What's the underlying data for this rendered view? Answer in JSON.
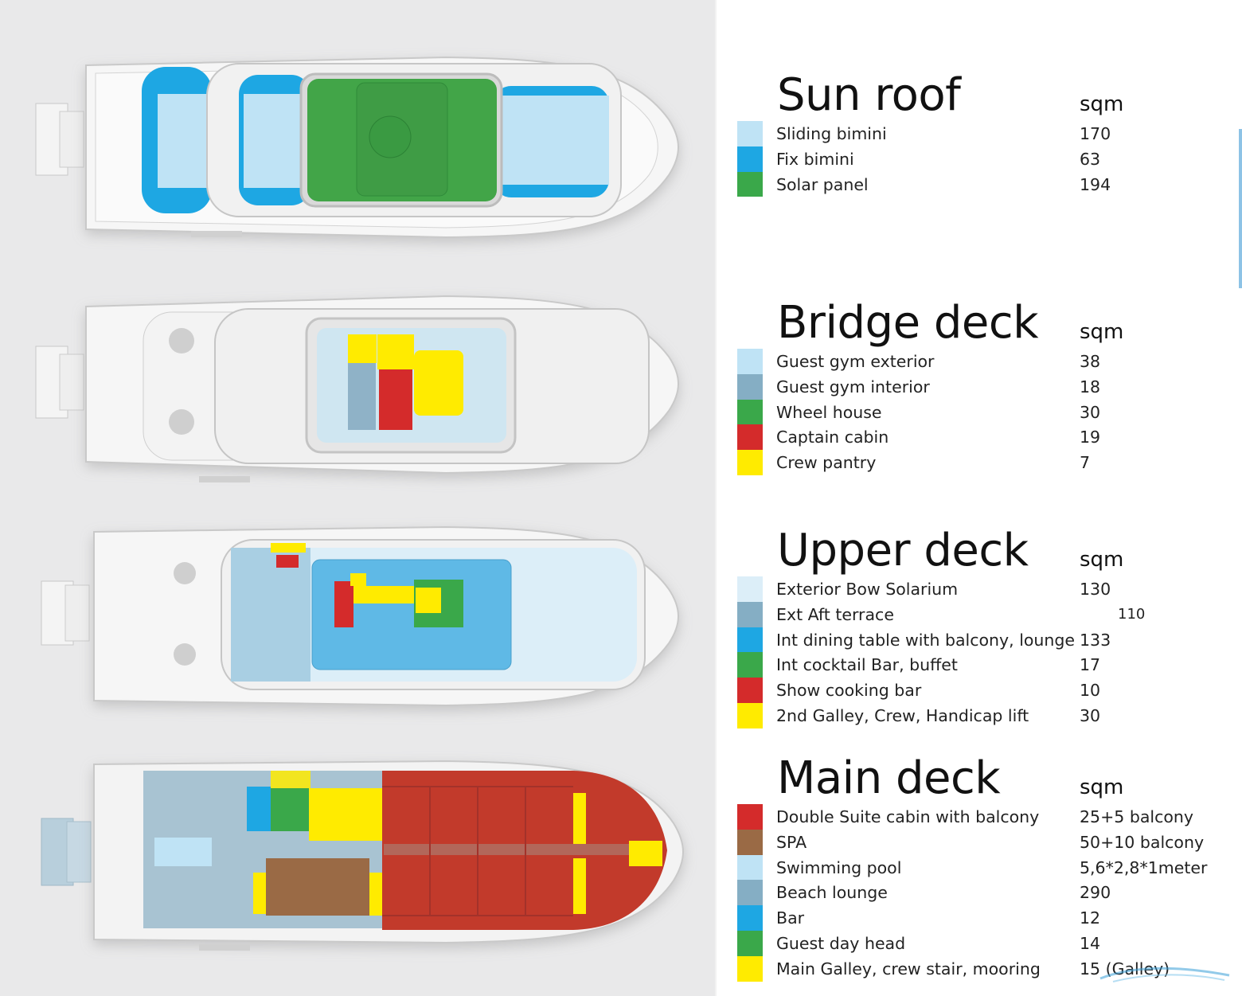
{
  "colors": {
    "very_light_blue": "#dceef8",
    "light_blue": "#bfe3f5",
    "sky_blue": "#8cc9e8",
    "bright_blue": "#1ea7e3",
    "steel_blue": "#85aec4",
    "green": "#3aa84a",
    "red": "#d42b2b",
    "yellow": "#ffeb00",
    "brown": "#9a6a45",
    "cabin_red": "#c23a2b"
  },
  "sections": [
    {
      "title": "Sun roof",
      "unit": "sqm",
      "rows": [
        {
          "label": "Sliding bimini",
          "value": "170",
          "color": "#bfe3f5"
        },
        {
          "label": "Fix bimini",
          "value": "63",
          "color": "#1ea7e3"
        },
        {
          "label": "Solar panel",
          "value": "194",
          "color": "#3aa84a"
        }
      ]
    },
    {
      "title": "Bridge deck",
      "unit": "sqm",
      "rows": [
        {
          "label": "Guest gym exterior",
          "value": "38",
          "color": "#bfe3f5"
        },
        {
          "label": "Guest gym interior",
          "value": "18",
          "color": "#85aec4"
        },
        {
          "label": "Wheel house",
          "value": "30",
          "color": "#3aa84a"
        },
        {
          "label": "Captain cabin",
          "value": "19",
          "color": "#d42b2b"
        },
        {
          "label": "Crew pantry",
          "value": "7",
          "color": "#ffeb00"
        }
      ]
    },
    {
      "title": "Upper deck",
      "unit": "sqm",
      "rows": [
        {
          "label": "Exterior Bow Solarium",
          "value": "130",
          "color": "#dceef8"
        },
        {
          "label": "Ext Aft terrace",
          "value": "110",
          "color": "#85aec4"
        },
        {
          "label": "Int dining table with balcony, lounge",
          "value": "133",
          "color": "#1ea7e3"
        },
        {
          "label": "Int cocktail Bar, buffet",
          "value": "17",
          "color": "#3aa84a"
        },
        {
          "label": "Show cooking bar",
          "value": "10",
          "color": "#d42b2b"
        },
        {
          "label": "2nd Galley, Crew, Handicap lift",
          "value": "30",
          "color": "#ffeb00"
        }
      ]
    },
    {
      "title": "Main deck",
      "unit": "sqm",
      "rows": [
        {
          "label": "Double Suite cabin with balcony",
          "value": "25+5 balcony",
          "color": "#d42b2b"
        },
        {
          "label": "SPA",
          "value": "50+10 balcony",
          "color": "#9a6a45"
        },
        {
          "label": "Swimming pool",
          "value": "5,6*2,8*1meter",
          "color": "#bfe3f5"
        },
        {
          "label": "Beach lounge",
          "value": "290",
          "color": "#85aec4"
        },
        {
          "label": "Bar",
          "value": "12",
          "color": "#1ea7e3"
        },
        {
          "label": "Guest day head",
          "value": "14",
          "color": "#3aa84a"
        },
        {
          "label": "Main Galley, crew stair, mooring",
          "value": "15 (Galley)",
          "color": "#ffeb00"
        }
      ]
    }
  ]
}
